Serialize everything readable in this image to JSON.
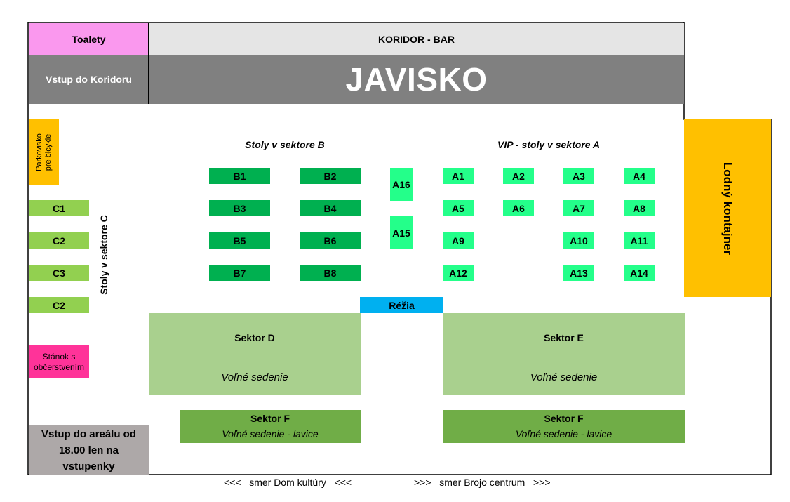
{
  "top": {
    "toalety": "Toalety",
    "koridor_bar": "KORIDOR - BAR",
    "vstup_koridor": "Vstup do Koridoru",
    "javisko": "JAVISKO"
  },
  "left": {
    "parkovisko": "Parkovisko pre bicykle",
    "sector_c_label": "Stoly v sektore C",
    "c_tables": [
      "C1",
      "C2",
      "C3",
      "C2"
    ],
    "stanok": "Stánok  s občerstvením",
    "vstup_areal": "Vstup do areálu od 18.00 len na vstupenky"
  },
  "sector_b": {
    "title": "Stoly v sektore B",
    "tables": [
      "B1",
      "B2",
      "B3",
      "B4",
      "B5",
      "B6",
      "B7",
      "B8"
    ]
  },
  "sector_a": {
    "title": "VIP - stoly v sektore A",
    "tables": [
      "A1",
      "A2",
      "A3",
      "A4",
      "A5",
      "A6",
      "A7",
      "A8",
      "A9",
      "A10",
      "A11",
      "A12",
      "A13",
      "A14"
    ],
    "center_tables": [
      "A16",
      "A15"
    ]
  },
  "rezia": "Réžia",
  "kontajner": "Lodný kontajner",
  "sektor_d": {
    "title": "Sektor D",
    "subtitle": "Voľné sedenie"
  },
  "sektor_e": {
    "title": "Sektor E",
    "subtitle": "Voľné sedenie"
  },
  "sektor_f_left": {
    "title": "Sektor F",
    "subtitle": "Voľné sedenie - lavice"
  },
  "sektor_f_right": {
    "title": "Sektor F",
    "subtitle": "Voľné sedenie - lavice"
  },
  "directions": {
    "left": "<<<   smer Dom kultúry   <<<",
    "right": ">>>   smer Brojo centrum   >>>"
  },
  "colors": {
    "toalety": "#fa98ee",
    "koridor": "#e5e5e5",
    "javisko": "#808080",
    "parkovisko": "#ffc000",
    "sector_c": "#92d050",
    "sector_b": "#00b050",
    "sector_a": "#24ff8a",
    "rezia": "#00b0f0",
    "sektor_de": "#a9d08e",
    "sektor_f": "#70ad47",
    "stanok": "#ff3399",
    "vstup_areal": "#ada8a8"
  }
}
